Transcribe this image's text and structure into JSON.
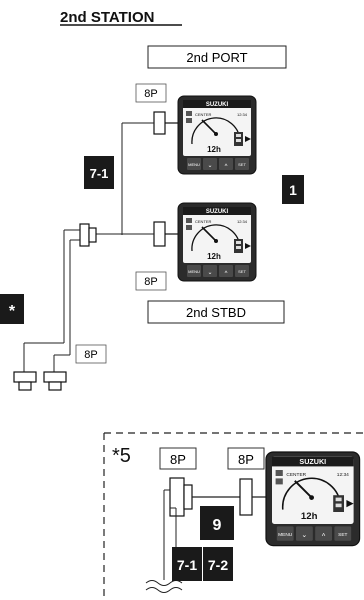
{
  "title": "2nd STATION",
  "port_label": "2nd PORT",
  "stbd_label": "2nd STBD",
  "connector_8p": "8P",
  "badge_7_1": "7-1",
  "badge_1": "1",
  "badge_star": "*",
  "badge_9": "9",
  "badge_7_2": "7-2",
  "inset_label": "*5",
  "gauge": {
    "brand": "SUZUKI",
    "center_text": "CENTER",
    "time_text": "12:34",
    "readout": "12h",
    "menu_label": "MENU",
    "set_label": "SET",
    "down_glyph": "⌄",
    "up_glyph": "^"
  },
  "colors": {
    "badge_bg": "#1a1a1a",
    "gauge_body": "#2b2b2b",
    "line": "#222222"
  }
}
